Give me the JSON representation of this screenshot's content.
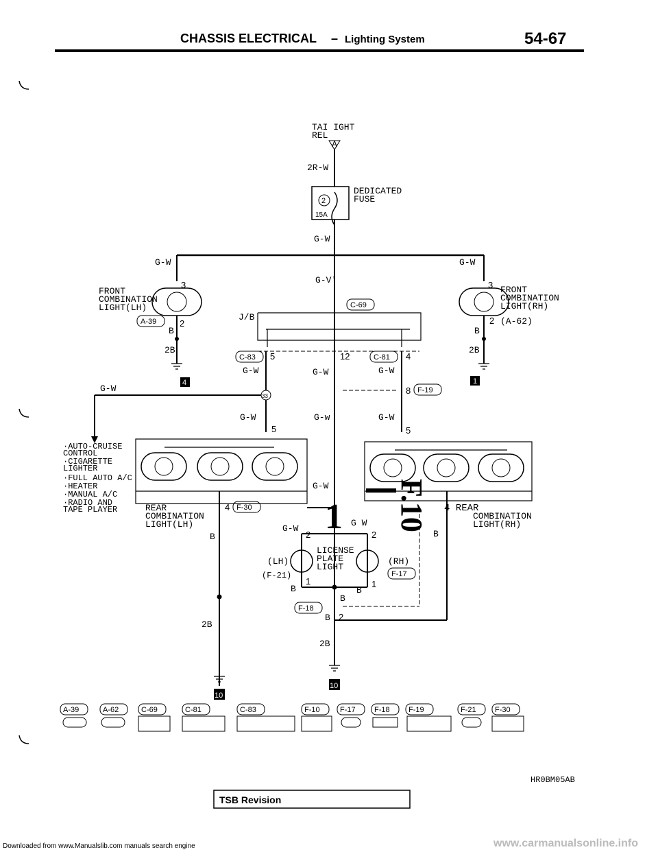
{
  "header": {
    "title_main": "CHASSIS ELECTRICAL",
    "title_sep": "–",
    "title_sub": "Lighting System",
    "page_number": "54-67"
  },
  "source": {
    "relay_line1": "TAI  IGHT",
    "relay_line2": "REL",
    "relay_terminal": "A",
    "fuse_number": "2",
    "fuse_amp": "15A",
    "fuse_label_1": "DEDICATED",
    "fuse_label_2": "FUSE"
  },
  "wires": {
    "w_2rw": "2R-W",
    "w_gw_main": "G-W",
    "w_gw_left": "G-W",
    "w_gw_right": "G-W",
    "w_gv": "G-V'",
    "w_gw_c83": "G-W",
    "w_gw_c81_mid": "G-W",
    "w_gw_c81": "G-W",
    "w_gw_branch": "G-W",
    "w_gw_33": "G-W",
    "w_gw_mid2": "G-w",
    "w_gw_right2": "G-W",
    "w_gw_mid3": "G-W",
    "w_gw_lic": "G-W",
    "w_gw_lic2": "G W",
    "w_b_left": "B",
    "w_b_right": "B",
    "w_b_rear_l": "B",
    "w_b_rear_r": "B",
    "w_b_lic_l": "B",
    "w_b_lic_r": "B",
    "w_b_mid": "B",
    "w_b_f18": "B",
    "w_2b_l": "2B",
    "w_2b_r": "2B",
    "w_2b_bot_l": "2B",
    "w_2b_bot_r": "2B"
  },
  "components": {
    "front_lh_1": "FRONT",
    "front_lh_2": "COMBINATION",
    "front_lh_3": "LIGHT(LH)",
    "front_rh_1": "FRONT",
    "front_rh_2": "COMBINATION",
    "front_rh_3": "LIGHT(RH)",
    "rear_lh_1": "REAR",
    "rear_lh_2": "COMBINATION",
    "rear_lh_3": "LIGHT(LH)",
    "rear_rh_1": "4 REAR",
    "rear_rh_2": "COMBINATION",
    "rear_rh_3": "LIGHT(RH)",
    "license_1": "LICENSE",
    "license_2": "PLATE",
    "license_3": "LIGHT",
    "lic_lh": "(LH)",
    "lic_rh": "(RH)",
    "jb": "J/B",
    "illum_list": [
      "·AUTO-CRUISE",
      "  CONTROL",
      "·CIGARETTE",
      "  LIGHTER",
      "·FULL AUTO A/C",
      "·HEATER",
      "·MANUAL A/C",
      "·RADIO AND",
      "  TAPE PLAYER"
    ]
  },
  "connectors": {
    "a39": "A-39",
    "a62": "(A-62)",
    "c69": "C-69",
    "c83": "C-83",
    "c81": "C-81",
    "f19": "F-19",
    "f30": "F-30",
    "f21": "(F-21)",
    "f17": "F-17",
    "f18": "F-18",
    "num_33": "33"
  },
  "pins": {
    "p3l": "3",
    "p2l": "2",
    "p3r": "3",
    "p2r": "2",
    "p5": "5",
    "p12": "12",
    "p4": "4",
    "p8": "8",
    "p5b": "5",
    "p5c": "5",
    "p4b": "4",
    "p2a": "2",
    "p2b": "2",
    "p1a": "1",
    "p1b": "1",
    "p2c": "2"
  },
  "grounds": {
    "g4": "4",
    "g1": "1",
    "g10a": "10",
    "g10b": "10"
  },
  "legend": [
    "A-39",
    "A-62",
    "C-69",
    "C-81",
    "C-83",
    "F-10",
    "F-17",
    "F-18",
    "F-19",
    "F-21",
    "F-30"
  ],
  "footer": {
    "code": "HR0BM05AB",
    "tsb": "TSB  Revision",
    "download": "Downloaded from www.Manualslib.com manuals search engine",
    "watermark": "www.carmanualsonline.info"
  },
  "stamp": {
    "big1": "1",
    "f10": "F.10"
  }
}
